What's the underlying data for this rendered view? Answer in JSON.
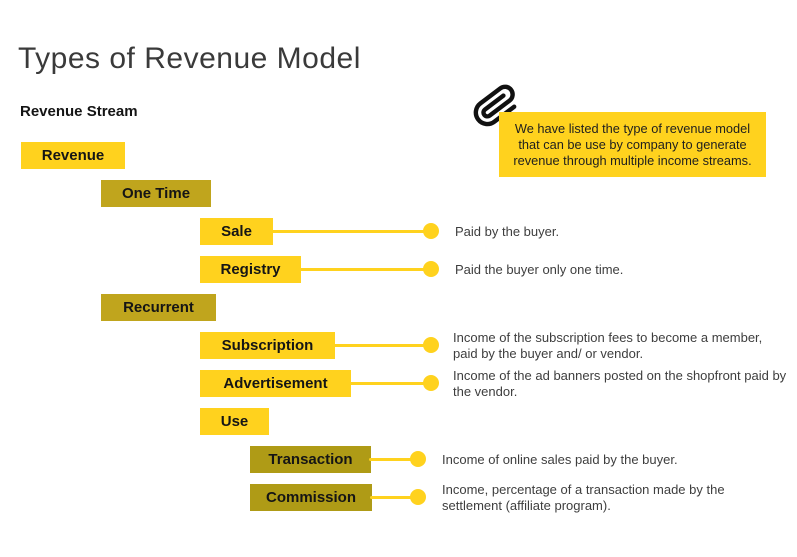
{
  "title": "Types of Revenue Model",
  "section_label": "Revenue Stream",
  "note": {
    "icon": "paperclip-icon",
    "text": "We have listed the type of revenue model that can be use by company to generate revenue through multiple income streams."
  },
  "colors": {
    "yellow": "#FFD21E",
    "gold": "#C0A51D",
    "dark_gold": "#AF9B16",
    "description_text": "#3E3E3E",
    "title_text": "#3A3A3A"
  },
  "nodes": [
    {
      "label": "Revenue",
      "level": 1,
      "variant": "yellow",
      "description": ""
    },
    {
      "label": "One Time",
      "level": 2,
      "variant": "gold",
      "description": ""
    },
    {
      "label": "Sale",
      "level": 3,
      "variant": "yellow",
      "description": "Paid by the buyer."
    },
    {
      "label": "Registry",
      "level": 3,
      "variant": "yellow",
      "description": "Paid the buyer only one time."
    },
    {
      "label": "Recurrent",
      "level": 2,
      "variant": "gold",
      "description": ""
    },
    {
      "label": "Subscription",
      "level": 3,
      "variant": "yellow",
      "description": "Income of the subscription fees to become a member, paid by the buyer and/ or vendor."
    },
    {
      "label": "Advertisement",
      "level": 3,
      "variant": "yellow",
      "description": "Income of the ad banners posted on the shopfront paid by the vendor."
    },
    {
      "label": "Use",
      "level": 3,
      "variant": "yellow",
      "description": ""
    },
    {
      "label": "Transaction",
      "level": 4,
      "variant": "dark_gold",
      "description": "Income of online sales paid by the buyer."
    },
    {
      "label": "Commission",
      "level": 4,
      "variant": "dark_gold",
      "description": "Income, percentage of a transaction made by the settlement (affiliate program)."
    }
  ]
}
